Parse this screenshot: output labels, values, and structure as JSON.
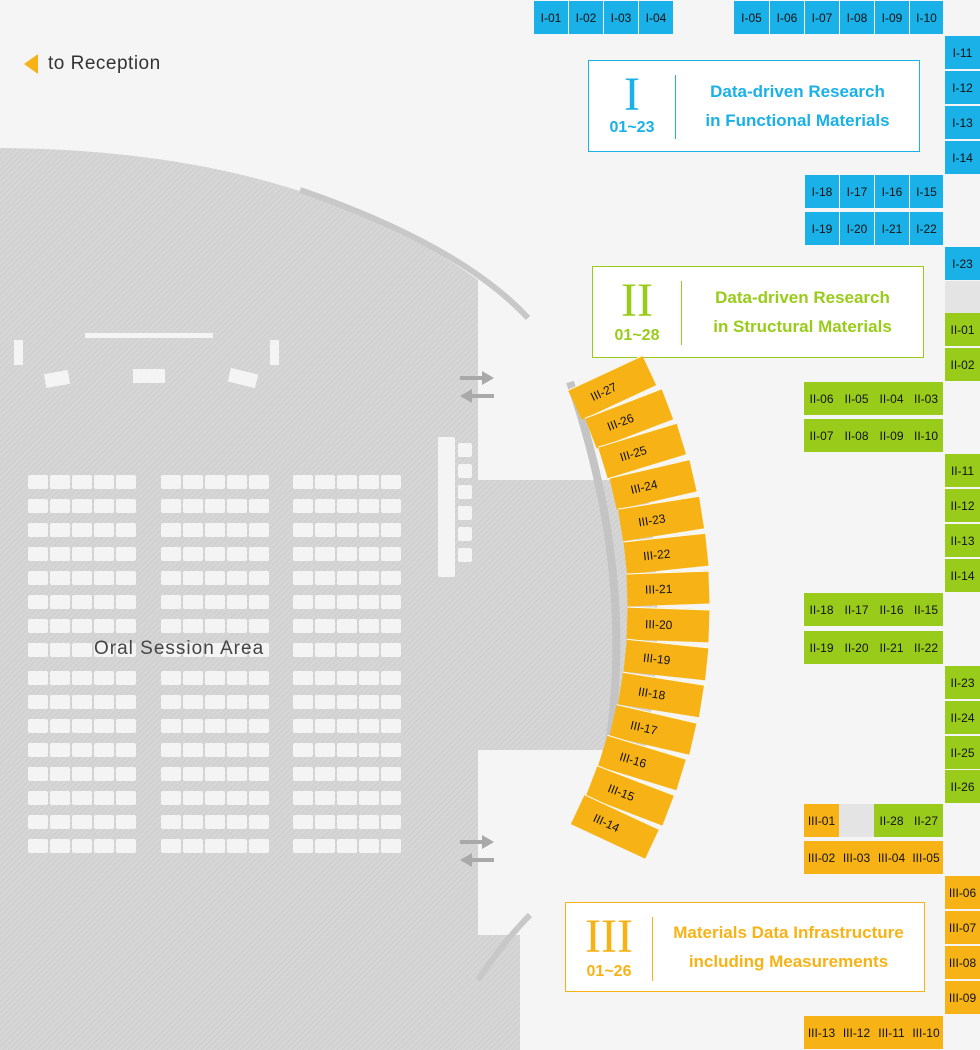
{
  "reception": {
    "label": "to Reception"
  },
  "hall": {
    "label": "Oral Session Area"
  },
  "groups": [
    {
      "numeral": "I",
      "range": "01~23",
      "title_lines": [
        "Data-driven Research",
        "in Functional Materials"
      ],
      "color": "#1ab0e8"
    },
    {
      "numeral": "II",
      "range": "01~28",
      "title_lines": [
        "Data-driven Research",
        "in Structural Materials"
      ],
      "color": "#99cc1a"
    },
    {
      "numeral": "III",
      "range": "01~26",
      "title_lines": [
        "Materials Data Infrastructure",
        "including Measurements"
      ],
      "color": "#f7b316"
    }
  ],
  "booths_group1": [
    "I-01",
    "I-02",
    "I-03",
    "I-04",
    "I-05",
    "I-06",
    "I-07",
    "I-08",
    "I-09",
    "I-10",
    "I-11",
    "I-12",
    "I-13",
    "I-14",
    "I-15",
    "I-16",
    "I-17",
    "I-18",
    "I-19",
    "I-20",
    "I-21",
    "I-22",
    "I-23"
  ],
  "booths_group2": [
    "II-01",
    "II-02",
    "II-03",
    "II-04",
    "II-05",
    "II-06",
    "II-07",
    "II-08",
    "II-09",
    "II-10",
    "II-11",
    "II-12",
    "II-13",
    "II-14",
    "II-15",
    "II-16",
    "II-17",
    "II-18",
    "II-19",
    "II-20",
    "II-21",
    "II-22",
    "II-23",
    "II-24",
    "II-25",
    "II-26",
    "II-27",
    "II-28"
  ],
  "booths_group3": [
    "III-01",
    "III-02",
    "III-03",
    "III-04",
    "III-05",
    "III-06",
    "III-07",
    "III-08",
    "III-09",
    "III-10",
    "III-11",
    "III-12",
    "III-13"
  ],
  "arc_booths": [
    "III-14",
    "III-15",
    "III-16",
    "III-17",
    "III-18",
    "III-19",
    "III-20",
    "III-21",
    "III-22",
    "III-23",
    "III-24",
    "III-25",
    "III-26",
    "III-27"
  ]
}
